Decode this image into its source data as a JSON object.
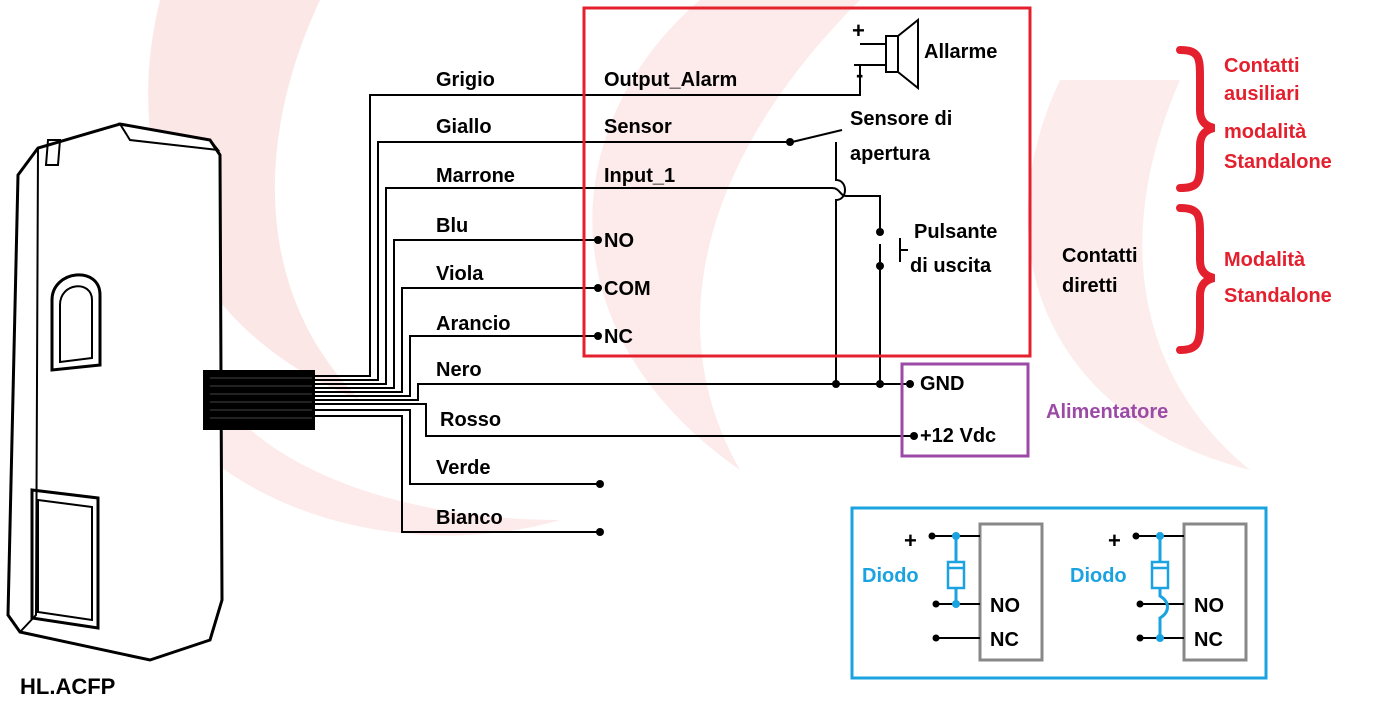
{
  "device": {
    "label": "HL.ACFP"
  },
  "wires": [
    {
      "color_name": "Grigio",
      "terminal": "Output_Alarm"
    },
    {
      "color_name": "Giallo",
      "terminal": "Sensor"
    },
    {
      "color_name": "Marrone",
      "terminal": "Input_1"
    },
    {
      "color_name": "Blu",
      "terminal": "NO"
    },
    {
      "color_name": "Viola",
      "terminal": "COM"
    },
    {
      "color_name": "Arancio",
      "terminal": "NC"
    },
    {
      "color_name": "Nero",
      "terminal": "GND"
    },
    {
      "color_name": "Rosso",
      "terminal": "+12 Vdc"
    },
    {
      "color_name": "Verde",
      "terminal": ""
    },
    {
      "color_name": "Bianco",
      "terminal": ""
    }
  ],
  "components": {
    "alarm": "Allarme",
    "alarm_plus": "+",
    "alarm_minus": "-",
    "sensor_line1": "Sensore di",
    "sensor_line2": "apertura",
    "button_line1": "Pulsante",
    "button_line2": "di uscita"
  },
  "groups": {
    "aux_line1": "Contatti",
    "aux_line2": "ausiliari",
    "aux_line3": "modalità",
    "aux_line4": "Standalone",
    "direct_line1": "Contatti",
    "direct_line2": "diretti",
    "standalone_line1": "Modalità",
    "standalone_line2": "Standalone",
    "power_supply": "Alimentatore"
  },
  "diode_box": {
    "plus": "+",
    "diode": "Diodo",
    "no": "NO",
    "nc": "NC"
  },
  "colors": {
    "red_box": "#e4202e",
    "purple_box": "#9b4aa6",
    "blue_box": "#1aa3e0",
    "diode_text": "#1aa3e0",
    "watermark": "#fbe1e1"
  }
}
